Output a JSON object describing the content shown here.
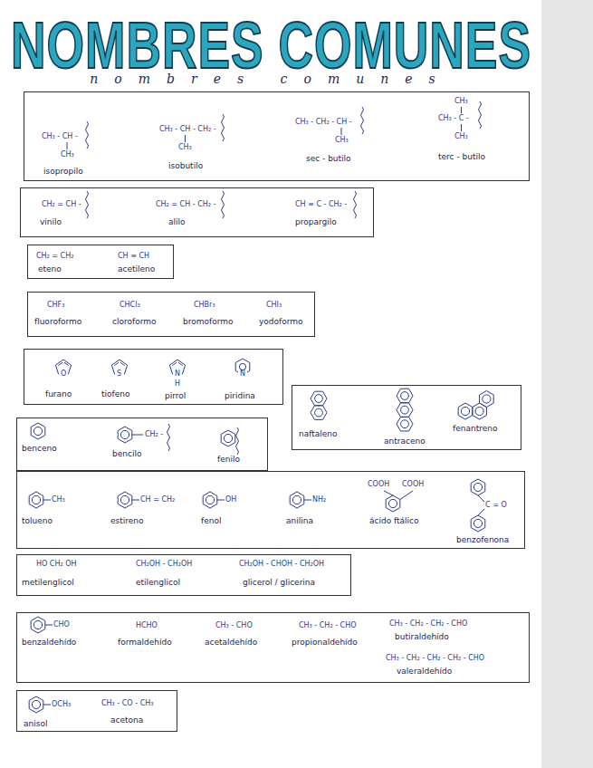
{
  "diagram": {
    "title": "NOMBRES COMUNES",
    "nodes": [
      {
        "text": [
          "CH₃ - CH -",
          "CH₃",
          "isopropilo",
          "CH₃ - CH - CH₂ -",
          "CH₃",
          "isobutilo",
          "CH₃ - CH₂ - CH -",
          "CH₃",
          "sec - butilo",
          "CH₃",
          "CH₃ - C -",
          "CH₃",
          "terc - butilo"
        ]
      },
      {
        "text": [
          "CH₂ = CH -",
          "vinilo",
          "CH₂ = CH - CH₂ -",
          "alilo",
          "CH ≡ C - CH₂ -",
          "propargilo"
        ]
      },
      {
        "text": [
          "CH₂ = CH₂",
          "eteno",
          "CH ≡ CH",
          "acetileno"
        ]
      },
      {
        "text": [
          "CHF₃",
          "fluoroformo",
          "CHCl₃",
          "cloroformo",
          "CHBr₃",
          "bromoformo",
          "CHI₃",
          "yodoformo"
        ]
      },
      {
        "text": [
          "O",
          "furano",
          "S",
          "tiofeno",
          "N",
          "H",
          "pirrol",
          "N",
          "piridina"
        ]
      },
      {
        "text": [
          "naftaleno",
          "antraceno",
          "fenantreno"
        ]
      },
      {
        "text": [
          "benceno",
          "CH₂ -",
          "bencilo",
          "fenilo"
        ]
      },
      {
        "text": [
          "CH₃",
          "tolueno",
          "CH = CH₂",
          "estireno",
          "OH",
          "fenol",
          "NH₂",
          "anilina",
          "COOH",
          "COOH",
          "ácido ftálico",
          "C = O",
          "benzofenona"
        ]
      },
      {
        "text": [
          "HO CH₂ OH",
          "metilenglicol",
          "CH₂OH - CH₂OH",
          "etilenglicol",
          "CH₂OH - CHOH - CH₂OH",
          "glicerol / glicerina"
        ]
      },
      {
        "text": [
          "CHO",
          "benzaldehído",
          "HCHO",
          "formaldehído",
          "CH₃ - CHO",
          "acetaldehído",
          "CH₃ - CH₂ - CHO",
          "propionaldehído",
          "CH₃ - CH₂ - CH₂ - CHO",
          "butiraldehído",
          "CH₃ - CH₂ - CH₂ - CH₂ - CHO",
          "valeraldehído"
        ]
      },
      {
        "text": [
          "OCH₃",
          "anisol",
          "CH₃ - CO - CH₃",
          "acetona"
        ]
      }
    ],
    "labels": [
      "nombres comunes"
    ]
  }
}
